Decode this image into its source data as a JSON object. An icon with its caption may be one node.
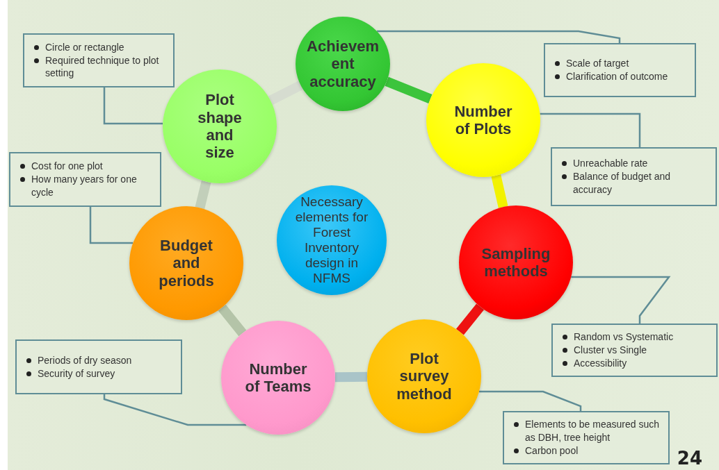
{
  "diagram": {
    "nodes": [
      {
        "text": [
          "Necessary elements for Forest Inventory design in NFMS"
        ]
      },
      {
        "text": [
          "Achievem ent accuracy"
        ]
      },
      {
        "text": [
          "Number of Plots"
        ]
      },
      {
        "text": [
          "Sampling methods"
        ]
      },
      {
        "text": [
          "Plot survey method"
        ]
      },
      {
        "text": [
          "Number of Teams"
        ]
      },
      {
        "text": [
          "Budget and periods"
        ]
      },
      {
        "text": [
          "Plot shape and size"
        ]
      },
      {
        "text": [
          "Circle or rectangle",
          "Required technique to plot setting"
        ]
      },
      {
        "text": [
          "Scale of target",
          "Clarification of outcome"
        ]
      },
      {
        "text": [
          "Unreachable rate",
          "Balance of budget and accuracy"
        ]
      },
      {
        "text": [
          "Random vs Systematic",
          "Cluster vs Single",
          "Accessibility"
        ]
      },
      {
        "text": [
          "Elements to be measured such as DBH, tree height",
          "Carbon pool"
        ]
      },
      {
        "text": [
          "Periods of dry season",
          "Security of survey"
        ]
      },
      {
        "text": [
          "Cost for one plot",
          "How many years for one cycle"
        ]
      }
    ],
    "edges": [
      {
        "from": 1,
        "to": 2,
        "arrow": "none",
        "style": "thick",
        "color": "#3cc43c"
      },
      {
        "from": 2,
        "to": 3,
        "arrow": "none",
        "style": "thick",
        "color": "#f2f200"
      },
      {
        "from": 3,
        "to": 4,
        "arrow": "none",
        "style": "thick",
        "color": "#ee1111"
      },
      {
        "from": 4,
        "to": 5,
        "arrow": "none",
        "style": "thick",
        "color": "#a9c4c8"
      },
      {
        "from": 5,
        "to": 6,
        "arrow": "none",
        "style": "thick",
        "color": "#b4c4a8"
      },
      {
        "from": 6,
        "to": 7,
        "arrow": "none",
        "style": "thick",
        "color": "#c2cfba"
      },
      {
        "from": 7,
        "to": 1,
        "arrow": "none",
        "style": "thick",
        "color": "#d6dcd0"
      },
      {
        "from": 8,
        "to": 7,
        "arrow": "none",
        "color": "#5f8d96"
      },
      {
        "from": 1,
        "to": 9,
        "arrow": "none",
        "color": "#5f8d96"
      },
      {
        "from": 2,
        "to": 10,
        "arrow": "none",
        "color": "#5f8d96"
      },
      {
        "from": 3,
        "to": 11,
        "arrow": "none",
        "color": "#5f8d96"
      },
      {
        "from": 4,
        "to": 12,
        "arrow": "none",
        "color": "#5f8d96"
      },
      {
        "from": 5,
        "to": 13,
        "arrow": "none",
        "color": "#5f8d96"
      },
      {
        "from": 6,
        "to": 14,
        "arrow": "none",
        "color": "#5f8d96"
      }
    ],
    "labels": [
      "24"
    ]
  }
}
